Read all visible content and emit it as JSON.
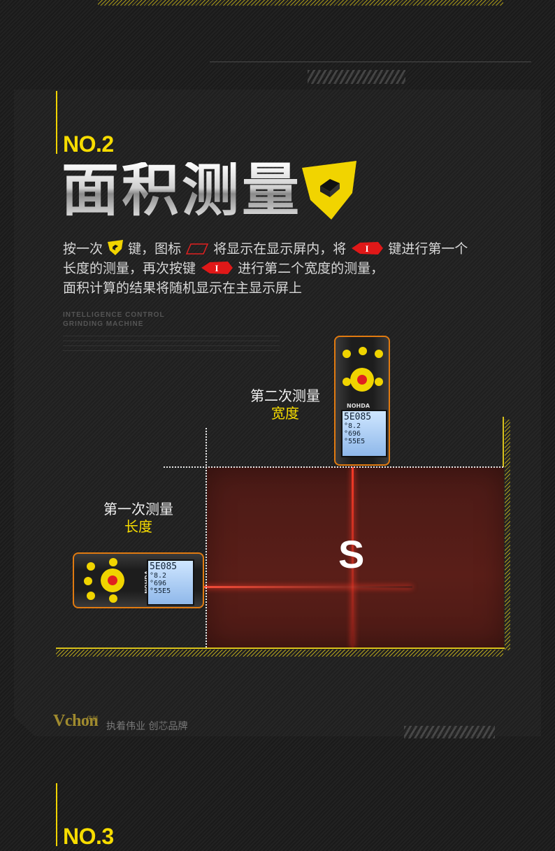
{
  "sections": [
    {
      "number": "NO.2"
    },
    {
      "number": "NO.3"
    }
  ],
  "title": "面积测量",
  "description": {
    "line1_a": "按一次",
    "line1_b": "键，图标",
    "line1_c": "将显示在显示屏内，将",
    "line1_d": "键进行第一个",
    "line2_a": "长度的测量，再次按键",
    "line2_b": "进行第二个宽度的测量，",
    "line3": "面积计算的结果将随机显示在主显示屏上"
  },
  "ghost_text": [
    "INTELLIGENCE CONTROL",
    "GRINDING MACHINE"
  ],
  "icon_badge_glyph": "I",
  "diagram": {
    "area_label": "S",
    "first_measure": {
      "title": "第一次测量",
      "subtitle": "长度"
    },
    "second_measure": {
      "title": "第二次测量",
      "subtitle": "宽度"
    }
  },
  "devices": {
    "vertical": {
      "brand": "NOHDA",
      "screen_lines": [
        "5E085",
        "°8.2",
        "°696",
        "°55E5"
      ]
    },
    "horizontal": {
      "brand": "NOHDA",
      "screen_lines": [
        "5E085",
        "°8.2",
        "°696",
        "°55E5"
      ]
    }
  },
  "footer": {
    "logo": "Vchon",
    "logo_small": "伟创",
    "slogan_a": "执着伟业 创",
    "slogan_core": "芯",
    "slogan_b": "品牌"
  },
  "colors": {
    "accent_yellow": "#f6dc00",
    "laser_red": "#ff3a2a",
    "area_fill": "#4e1b16",
    "device_orange": "#e07a10"
  }
}
